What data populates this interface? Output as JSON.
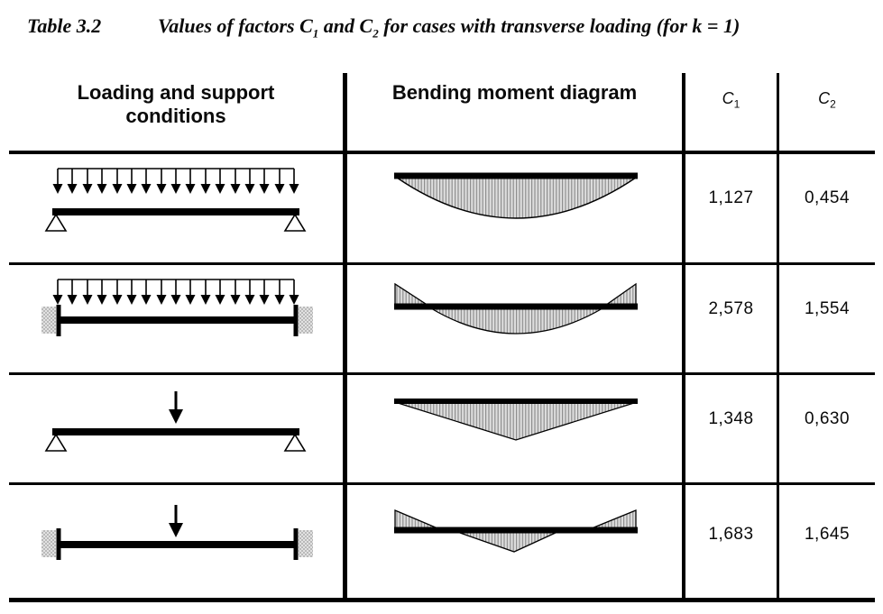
{
  "title": {
    "label": "Table 3.2",
    "caption_pre": "Values of factors ",
    "factor1_base": "C",
    "factor1_sub": "1",
    "caption_and": " and ",
    "factor2_base": "C",
    "factor2_sub": "2",
    "caption_post": " for cases with transverse loading (for k = 1)"
  },
  "header": {
    "loading": "Loading and support conditions",
    "moment": "Bending moment diagram",
    "c_base": "C",
    "c1_sub": "1",
    "c2_sub": "2"
  },
  "rows": [
    {
      "loading_diagram": "uniform-load-simply-supported-beam",
      "moment_diagram": "sagging-parabola",
      "c1": "1,127",
      "c2": "0,454"
    },
    {
      "loading_diagram": "uniform-load-fixed-ends-beam",
      "moment_diagram": "hogging-end-triangles-with-sagging-parabola",
      "c1": "2,578",
      "c2": "1,554"
    },
    {
      "loading_diagram": "central-point-load-simply-supported-beam",
      "moment_diagram": "sagging-triangle",
      "c1": "1,348",
      "c2": "0,630"
    },
    {
      "loading_diagram": "central-point-load-fixed-ends-beam",
      "moment_diagram": "hogging-end-triangles-with-sagging-triangle",
      "c1": "1,683",
      "c2": "1,645"
    }
  ],
  "colors": {
    "line": "#000000",
    "hatch_background": "#dedede",
    "hatch_stripe": "#8d8d8d",
    "support_fill": "#c9c9c9"
  }
}
